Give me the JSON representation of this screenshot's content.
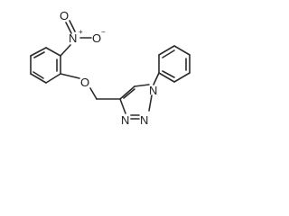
{
  "molecule": {
    "atoms": {
      "nitro_n": "N",
      "nitro_n_charge": "+",
      "nitro_o_left": "O",
      "nitro_o_right": "O",
      "nitro_o_right_charge": "−",
      "ether_o": "O",
      "triazole_n1": "N",
      "triazole_n2": "N",
      "triazole_n3": "N"
    }
  }
}
